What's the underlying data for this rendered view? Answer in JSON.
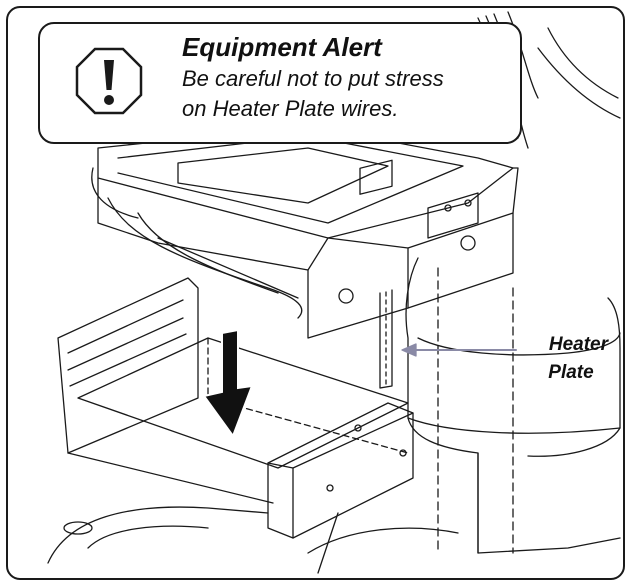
{
  "alert": {
    "title": "Equipment Alert",
    "line1": "Be careful not to put stress",
    "line2": "on Heater Plate wires."
  },
  "callout": {
    "line1": "Heater",
    "line2": "Plate",
    "arrow_color": "#8a8aa6"
  },
  "colors": {
    "line": "#1a1a1a",
    "arrow_fill": "#111111"
  },
  "icons": [
    "warning-octagon-icon",
    "down-arrow-icon"
  ]
}
